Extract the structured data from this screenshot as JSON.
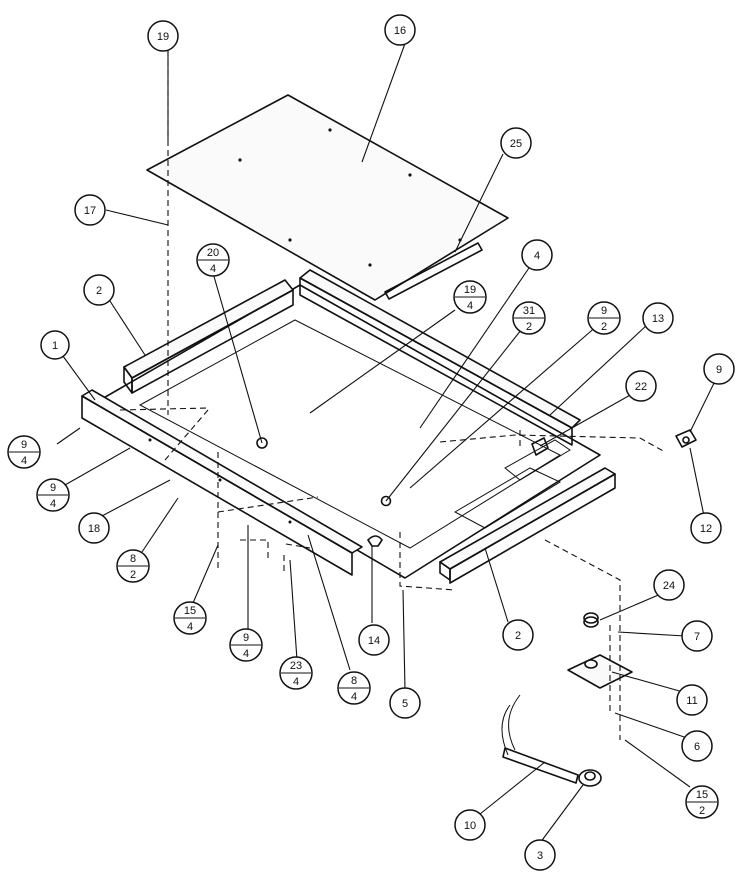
{
  "callouts": {
    "c1": "1",
    "c2a": "2",
    "c2b": "2",
    "c3": "3",
    "c4": "4",
    "c5": "5",
    "c6": "6",
    "c7": "7",
    "c9": "9",
    "c10": "10",
    "c11": "11",
    "c12": "12",
    "c13": "13",
    "c14": "14",
    "c16": "16",
    "c17": "17",
    "c18": "18",
    "c19": "19",
    "c22": "22",
    "c24": "24",
    "c25": "25"
  },
  "fractions": {
    "f20_4": {
      "num": "20",
      "den": "4"
    },
    "f19_4": {
      "num": "19",
      "den": "4"
    },
    "f31_2": {
      "num": "31",
      "den": "2"
    },
    "f9_2": {
      "num": "9",
      "den": "2"
    },
    "f9_4a": {
      "num": "9",
      "den": "4"
    },
    "f9_4b": {
      "num": "9",
      "den": "4"
    },
    "f8_2": {
      "num": "8",
      "den": "2"
    },
    "f15_4": {
      "num": "15",
      "den": "4"
    },
    "f9_4c": {
      "num": "9",
      "den": "4"
    },
    "f23_4": {
      "num": "23",
      "den": "4"
    },
    "f8_4": {
      "num": "8",
      "den": "4"
    },
    "f15_2": {
      "num": "15",
      "den": "2"
    }
  }
}
